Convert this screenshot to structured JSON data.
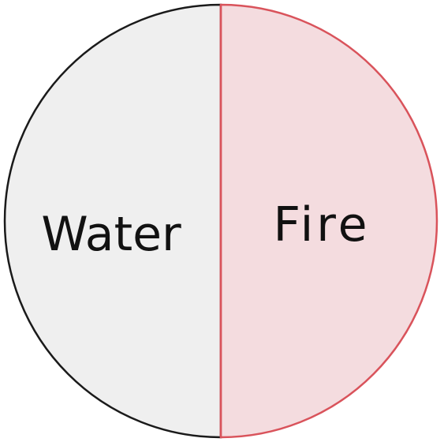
{
  "diagram": {
    "halves": [
      {
        "id": "water",
        "label": "Water",
        "fill": "#efefef",
        "stroke": "#1a1a1a",
        "share": 0.5
      },
      {
        "id": "fire",
        "label": "Fire",
        "fill": "#f4dcdf",
        "stroke": "#d9535b",
        "share": 0.5
      }
    ]
  }
}
